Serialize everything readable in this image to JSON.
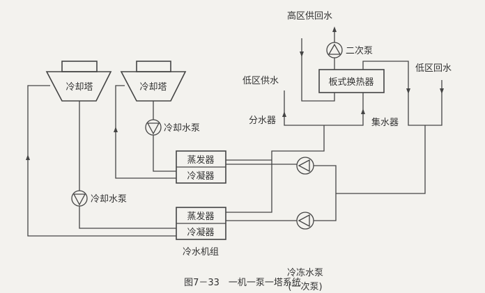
{
  "diagram": {
    "caption": "图7－33　一机一泵一塔系统",
    "cooling_tower_1": "冷却塔",
    "cooling_tower_2": "冷却塔",
    "cooling_pump_1": "冷却水泵",
    "cooling_pump_2": "冷却水泵",
    "chiller_upper": {
      "evaporator": "蒸发器",
      "condenser": "冷凝器"
    },
    "chiller_lower": {
      "evaporator": "蒸发器",
      "condenser": "冷凝器"
    },
    "chiller_unit": "冷水机组",
    "chilled_pump": "冷冻水泵",
    "chilled_pump_note": "(一次泵)",
    "high_zone": "高区供回水",
    "secondary_pump": "二次泵",
    "plate_exchanger": "板式换热器",
    "low_supply": "低区供水",
    "low_return": "低区回水",
    "distributor": "分水器",
    "collector": "集水器"
  }
}
